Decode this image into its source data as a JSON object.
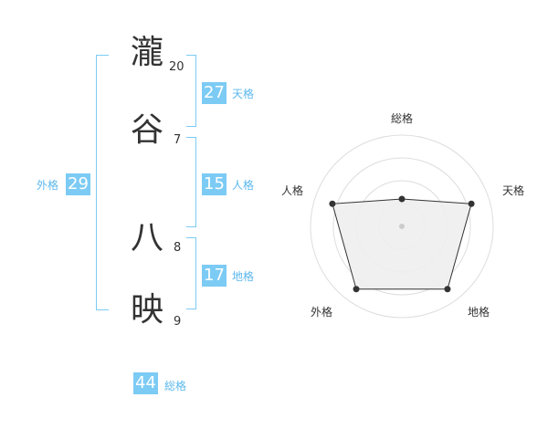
{
  "name": {
    "chars": [
      {
        "char": "瀧",
        "strokes": "20"
      },
      {
        "char": "谷",
        "strokes": "7"
      },
      {
        "char": "八",
        "strokes": "8"
      },
      {
        "char": "映",
        "strokes": "9"
      }
    ]
  },
  "fortunes": {
    "tenkaku": {
      "value": "27",
      "label": "天格"
    },
    "jinkaku": {
      "value": "15",
      "label": "人格"
    },
    "chikaku": {
      "value": "17",
      "label": "地格"
    },
    "gaikaku": {
      "value": "29",
      "label": "外格"
    },
    "soukaku": {
      "value": "44",
      "label": "総格"
    }
  },
  "colors": {
    "accent": "#7ccbf4",
    "label": "#5cb8ec",
    "text": "#333333"
  },
  "chart_data": {
    "type": "radar",
    "axes": [
      "総格",
      "天格",
      "地格",
      "外格",
      "人格"
    ],
    "values": [
      0.3,
      0.8,
      0.85,
      0.85,
      0.8
    ],
    "range": [
      0,
      1
    ],
    "rings": 4,
    "fill": "#eeeeee",
    "line": "#333333"
  }
}
